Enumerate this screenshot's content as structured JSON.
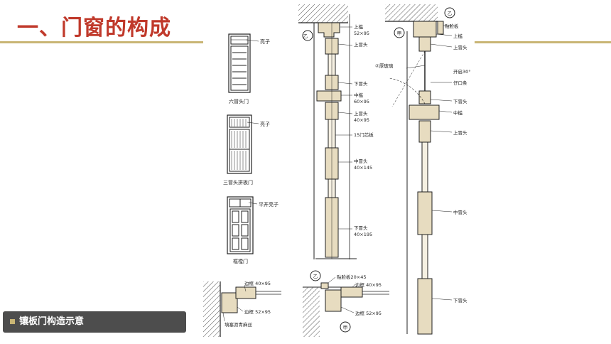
{
  "header": {
    "title": "一、门窗的构成"
  },
  "caption": {
    "text": "镶板门构造示意"
  },
  "drawing": {
    "door_types": {
      "six_panel": {
        "name": "六冒头门",
        "transom_label": "亮子"
      },
      "three_rail": {
        "name": "三冒头拼板门",
        "transom_label": "亮子"
      },
      "framed": {
        "name": "框樘门",
        "transom_label": "平开亮子"
      }
    },
    "section_a": {
      "marker": "乙",
      "labels": [
        "上槛",
        "52×95",
        "上冒头",
        "下冒头",
        "中槛",
        "60×95",
        "上冒头",
        "40×95",
        "15门芯板",
        "中冒头",
        "40×145",
        "下冒头",
        "40×195"
      ]
    },
    "section_b": {
      "markers": [
        "乙",
        "甲"
      ],
      "labels": [
        "贴脸板",
        "上槛",
        "上冒头",
        "②厚玻璃",
        "开启30°",
        "仔口条",
        "下冒头",
        "中槛",
        "上冒头",
        "中冒头",
        "下冒头"
      ]
    },
    "plan_1": {
      "labels": [
        "边框 40×95",
        "边框 52×95",
        "填塞沥青麻丝"
      ]
    },
    "plan_2": {
      "markers": [
        "乙",
        "甲"
      ],
      "labels": [
        "贴脸板20×45",
        "边框 40×95",
        "边框 52×95"
      ]
    }
  }
}
